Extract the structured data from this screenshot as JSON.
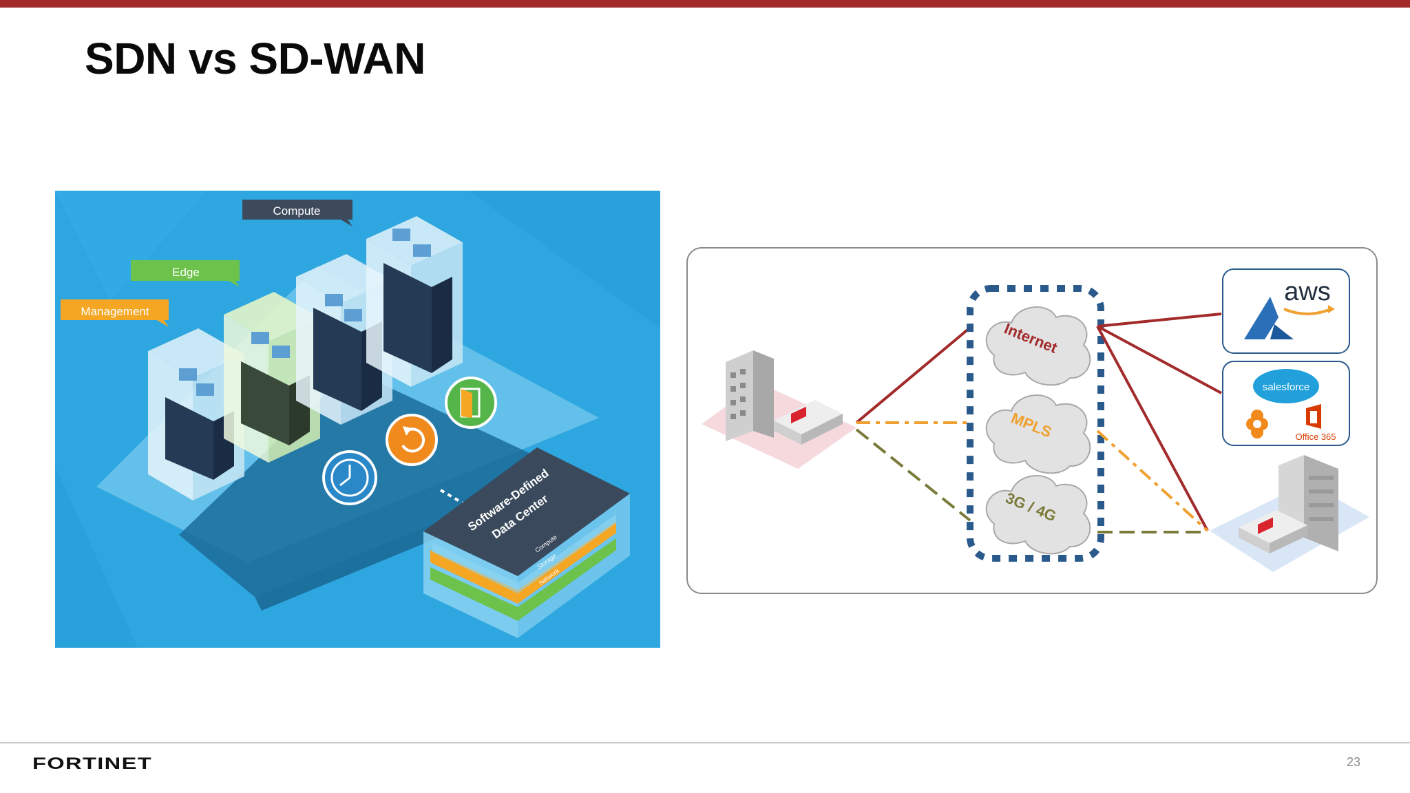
{
  "slide": {
    "title": "SDN vs SD-WAN",
    "page_number": "23",
    "brand": "FORTINET",
    "colors": {
      "accent_red": "#a32a2a",
      "sdn_background": "#2ea6df"
    }
  },
  "sdn_diagram": {
    "labels": {
      "compute": "Compute",
      "edge": "Edge",
      "management": "Management"
    },
    "data_center": {
      "title_line1": "Software-Defined",
      "title_line2": "Data Center",
      "layers": [
        "Compute",
        "Storage",
        "Network"
      ]
    },
    "icons": [
      "clock-icon",
      "refresh-icon",
      "door-icon"
    ]
  },
  "sdwan_diagram": {
    "clouds": [
      "Internet",
      "MPLS",
      "3G / 4G"
    ],
    "cloud_providers": {
      "aws": "aws",
      "salesforce": "salesforce",
      "office365": "Office 365"
    },
    "link_colors": {
      "internet": "#a32a2a",
      "mpls": "#f0a030",
      "cellular": "#7a7a3a"
    }
  }
}
